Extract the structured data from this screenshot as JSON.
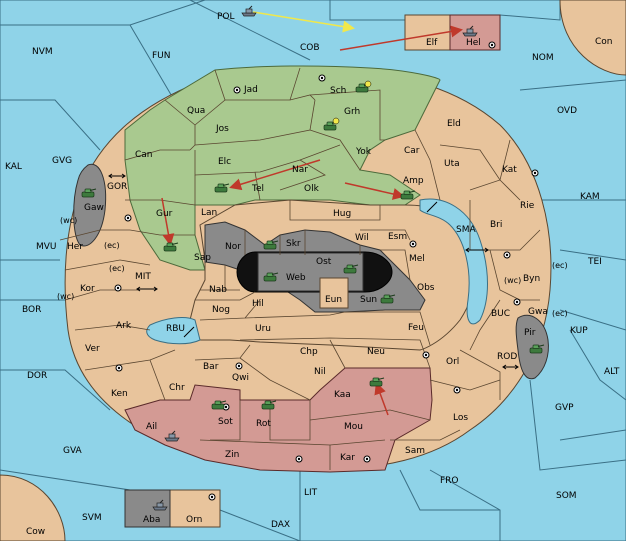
{
  "sea_regions": [
    "POL",
    "NVM",
    "FUN",
    "COB",
    "NOM",
    "Con",
    "OVD",
    "KAL",
    "GVG",
    "GOR",
    "MVU",
    "(wc)",
    "(ec)",
    "MIT",
    "BOR",
    "RBU",
    "DOR",
    "GVA",
    "SVM",
    "Cow",
    "LIT",
    "DAX",
    "FRO",
    "SOM",
    "GVP",
    "ALT",
    "KUP",
    "TEI",
    "KAM",
    "SMA",
    "BUC",
    "ROD"
  ],
  "land_regions": [
    "Jad",
    "Sch",
    "Grh",
    "Qua",
    "Jos",
    "Can",
    "Elc",
    "Nar",
    "Yok",
    "Car",
    "Eld",
    "Uta",
    "Kat",
    "Tel",
    "Olk",
    "Amp",
    "Rie",
    "Bri",
    "Gur",
    "Lan",
    "Hug",
    "Wil",
    "Esm",
    "Gaw",
    "Her",
    "Nor",
    "Skr",
    "Ost",
    "Mel",
    "Byn",
    "Sap",
    "Web",
    "Obs",
    "Gwa",
    "Kor",
    "Nab",
    "Hil",
    "Eun",
    "Sun",
    "Pir",
    "Ark",
    "Nog",
    "Uru",
    "Feu",
    "Orl",
    "Ver",
    "Chp",
    "Neu",
    "Bar",
    "Qwi",
    "Nil",
    "Ken",
    "Chr",
    "Kaa",
    "Los",
    "Ail",
    "Sot",
    "Rot",
    "Mou",
    "Zin",
    "Kar",
    "Sam",
    "Elf",
    "Hel",
    "Aba",
    "Orn"
  ],
  "colors": {
    "sea": "#8fd3e8",
    "land": "#e8c49c",
    "green_power": "#a9c98f",
    "gray_power": "#8a8a8a",
    "red_power": "#d39a94",
    "order_arrow": "#c0392b",
    "support_arrow": "#f1e84a"
  },
  "units": [
    {
      "type": "army",
      "color": "green",
      "region": "Sch"
    },
    {
      "type": "army",
      "color": "green",
      "region": "Grh"
    },
    {
      "type": "army",
      "color": "green",
      "region": "Gaw"
    },
    {
      "type": "army",
      "color": "green",
      "region": "Tel"
    },
    {
      "type": "army",
      "color": "green",
      "region": "Amp"
    },
    {
      "type": "army",
      "color": "green",
      "region": "Sap"
    },
    {
      "type": "army",
      "color": "green",
      "region": "Nor"
    },
    {
      "type": "army",
      "color": "green",
      "region": "Web"
    },
    {
      "type": "army",
      "color": "green",
      "region": "Ost"
    },
    {
      "type": "army",
      "color": "green",
      "region": "Sun"
    },
    {
      "type": "army",
      "color": "green",
      "region": "Pir"
    },
    {
      "type": "army",
      "color": "green",
      "region": "Kaa"
    },
    {
      "type": "army",
      "color": "green",
      "region": "Sot"
    },
    {
      "type": "army",
      "color": "green",
      "region": "Rot"
    },
    {
      "type": "fleet",
      "color": "gray",
      "region": "POL"
    },
    {
      "type": "fleet",
      "color": "gray",
      "region": "Hel"
    },
    {
      "type": "fleet",
      "color": "gray",
      "region": "Ail"
    },
    {
      "type": "fleet",
      "color": "gray",
      "region": "Aba"
    }
  ],
  "icons": {
    "supply_center": "circle-dot-icon",
    "army": "army-icon",
    "fleet": "fleet-icon",
    "dislodged": "star-burst-icon",
    "bicoastal": "double-arrow-icon"
  }
}
